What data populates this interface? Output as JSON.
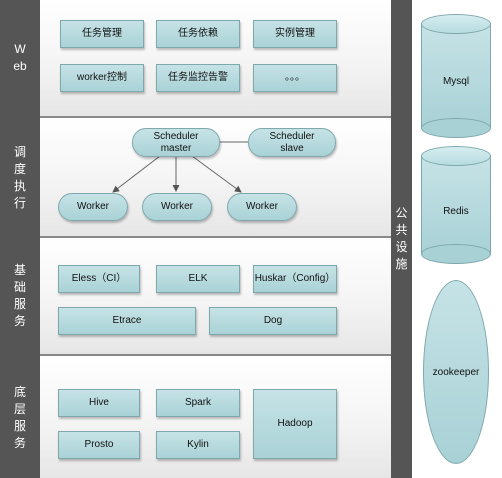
{
  "layers": {
    "web": {
      "label": "Web",
      "items": [
        "任务管理",
        "任务依赖",
        "实例管理",
        "worker控制",
        "任务监控告警",
        "。。。"
      ]
    },
    "scheduling": {
      "label": "调度执行",
      "master": "Scheduler\nmaster",
      "slave": "Scheduler\nslave",
      "workers": [
        "Worker",
        "Worker",
        "Worker"
      ]
    },
    "base_services": {
      "label": "基础服务",
      "items": [
        "Eless（CI）",
        "ELK",
        "Huskar（Config）",
        "Etrace",
        "Dog"
      ]
    },
    "infra_services": {
      "label": "底层服务",
      "items": [
        "Hive",
        "Spark",
        "Hadoop",
        "Prosto",
        "Kylin"
      ]
    }
  },
  "public_facilities": {
    "label": "公共设施",
    "items": [
      "Mysql",
      "Redis",
      "zookeeper"
    ]
  },
  "colors": {
    "sidebar": "#555555",
    "box_fill": "#b9dde1",
    "box_border": "#7fa8ad"
  }
}
